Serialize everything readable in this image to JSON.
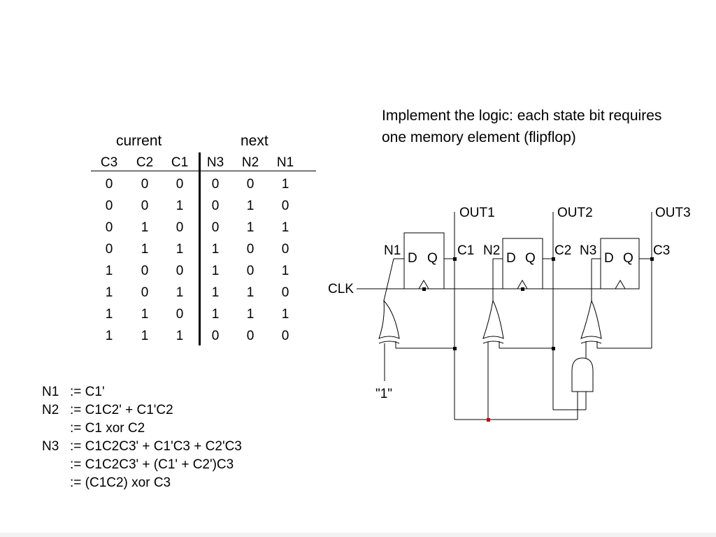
{
  "table": {
    "current_label": "current",
    "next_label": "next",
    "columns": [
      "C3",
      "C2",
      "C1",
      "N3",
      "N2",
      "N1"
    ],
    "rows": [
      [
        "0",
        "0",
        "0",
        "0",
        "0",
        "1"
      ],
      [
        "0",
        "0",
        "1",
        "0",
        "1",
        "0"
      ],
      [
        "0",
        "1",
        "0",
        "0",
        "1",
        "1"
      ],
      [
        "0",
        "1",
        "1",
        "1",
        "0",
        "0"
      ],
      [
        "1",
        "0",
        "0",
        "1",
        "0",
        "1"
      ],
      [
        "1",
        "0",
        "1",
        "1",
        "1",
        "0"
      ],
      [
        "1",
        "1",
        "0",
        "1",
        "1",
        "1"
      ],
      [
        "1",
        "1",
        "1",
        "0",
        "0",
        "0"
      ]
    ]
  },
  "equations": [
    {
      "lhs": "N1",
      "rhs": ":= C1'"
    },
    {
      "lhs": "N2",
      "rhs": ":= C1C2' + C1'C2"
    },
    {
      "lhs": "",
      "rhs": ":= C1 xor C2"
    },
    {
      "lhs": "N3",
      "rhs": ":= C1C2C3' + C1'C3 + C2'C3"
    },
    {
      "lhs": "",
      "rhs": ":= C1C2C3' + (C1' + C2')C3"
    },
    {
      "lhs": "",
      "rhs": ":= (C1C2) xor C3"
    }
  ],
  "description": "Implement the logic: each state bit requires one memory element (flipflop)",
  "circuit": {
    "outputs": [
      "OUT1",
      "OUT2",
      "OUT3"
    ],
    "inputs": [
      "N1",
      "N2",
      "N3"
    ],
    "states": [
      "C1",
      "C2",
      "C3"
    ],
    "ff_d": "D",
    "ff_q": "Q",
    "clk": "CLK",
    "constant": "\"1\""
  },
  "colors": {
    "ink": "#000000",
    "junction_red": "#cc0000"
  }
}
